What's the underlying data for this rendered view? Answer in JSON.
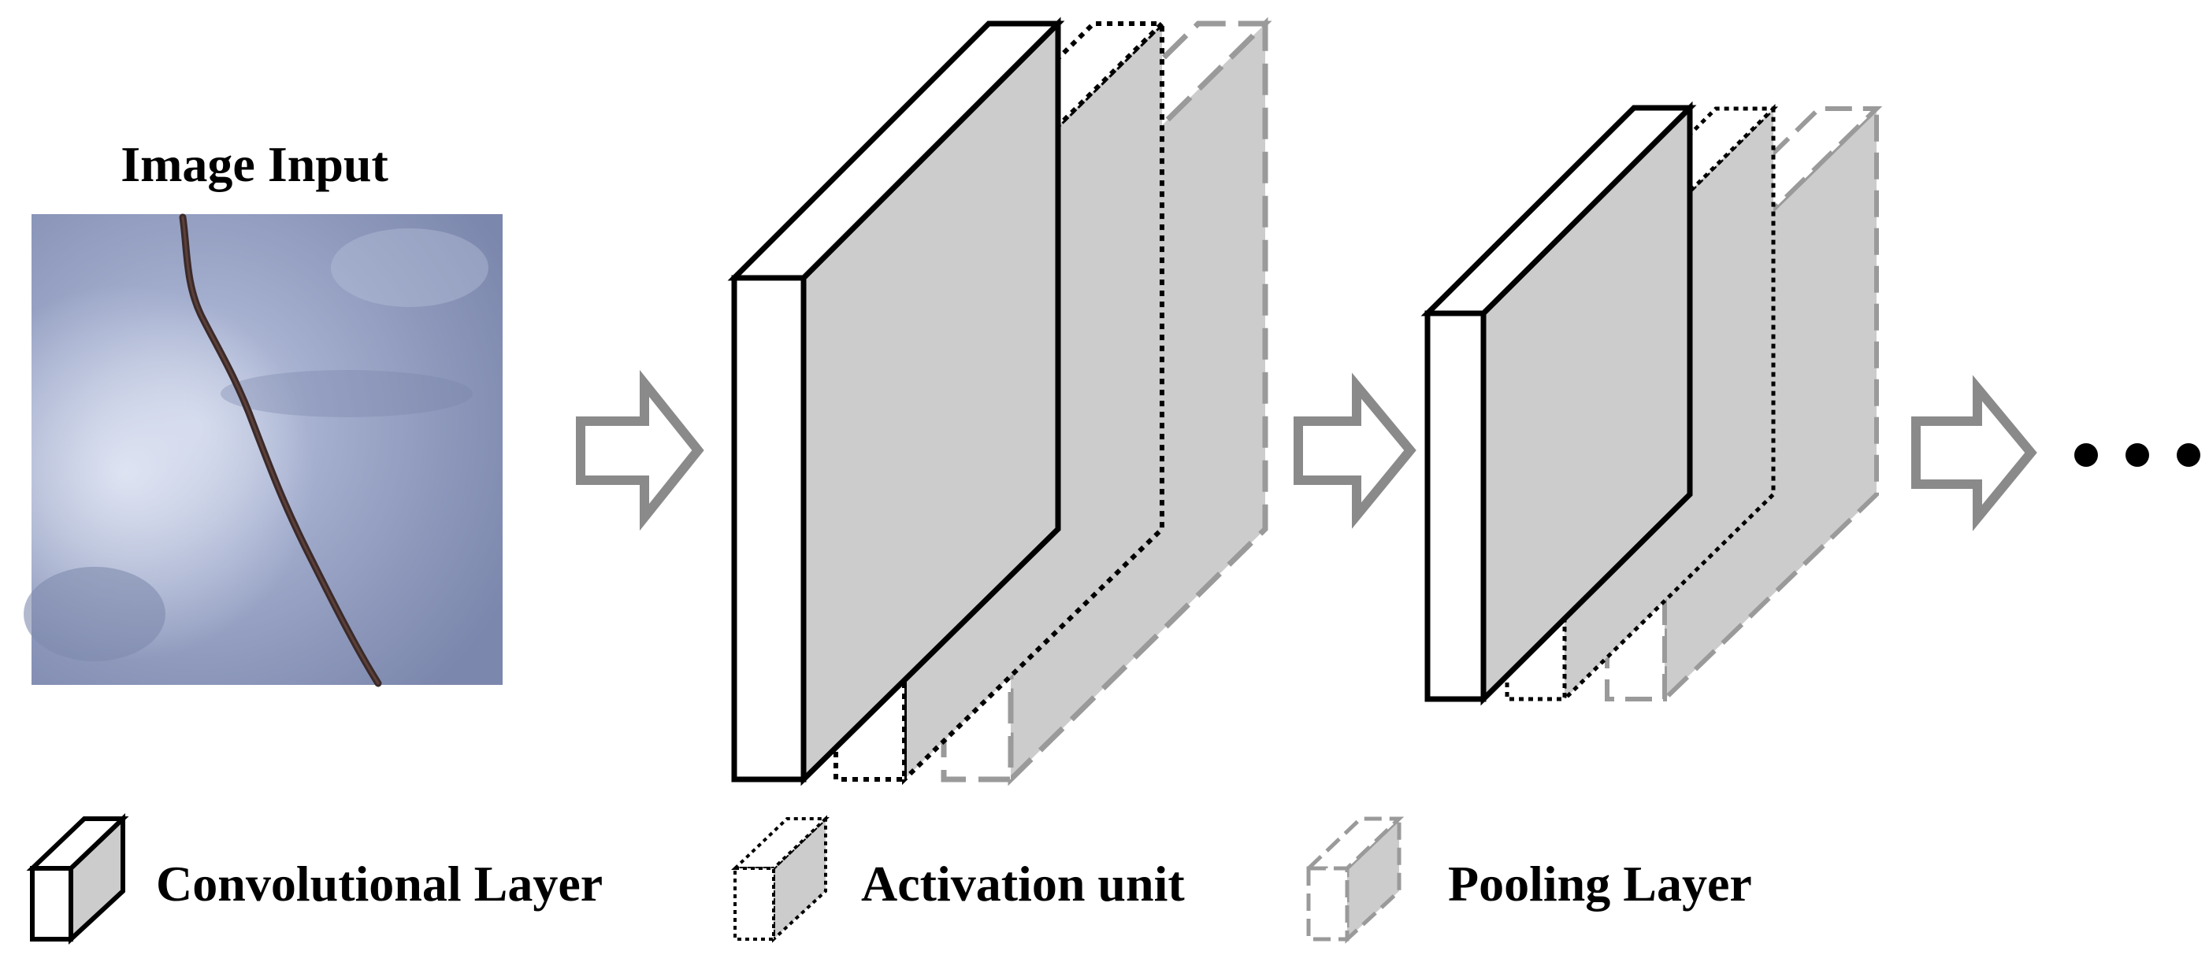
{
  "title": "Image Input",
  "colors": {
    "solid_stroke": "#000000",
    "pooling_stroke": "#9a9a9a",
    "side_fill": "#cccccc",
    "arrow_stroke": "#8a8a8a",
    "image_base": "#8f9ab8",
    "crack": "#3a2a2a"
  },
  "icons": [
    "input-image",
    "right-arrow-icon",
    "ellipsis-icon",
    "cube-icon"
  ],
  "legend": {
    "conv": "Convolutional Layer",
    "activation": "Activation unit",
    "pooling": "Pooling Layer"
  }
}
